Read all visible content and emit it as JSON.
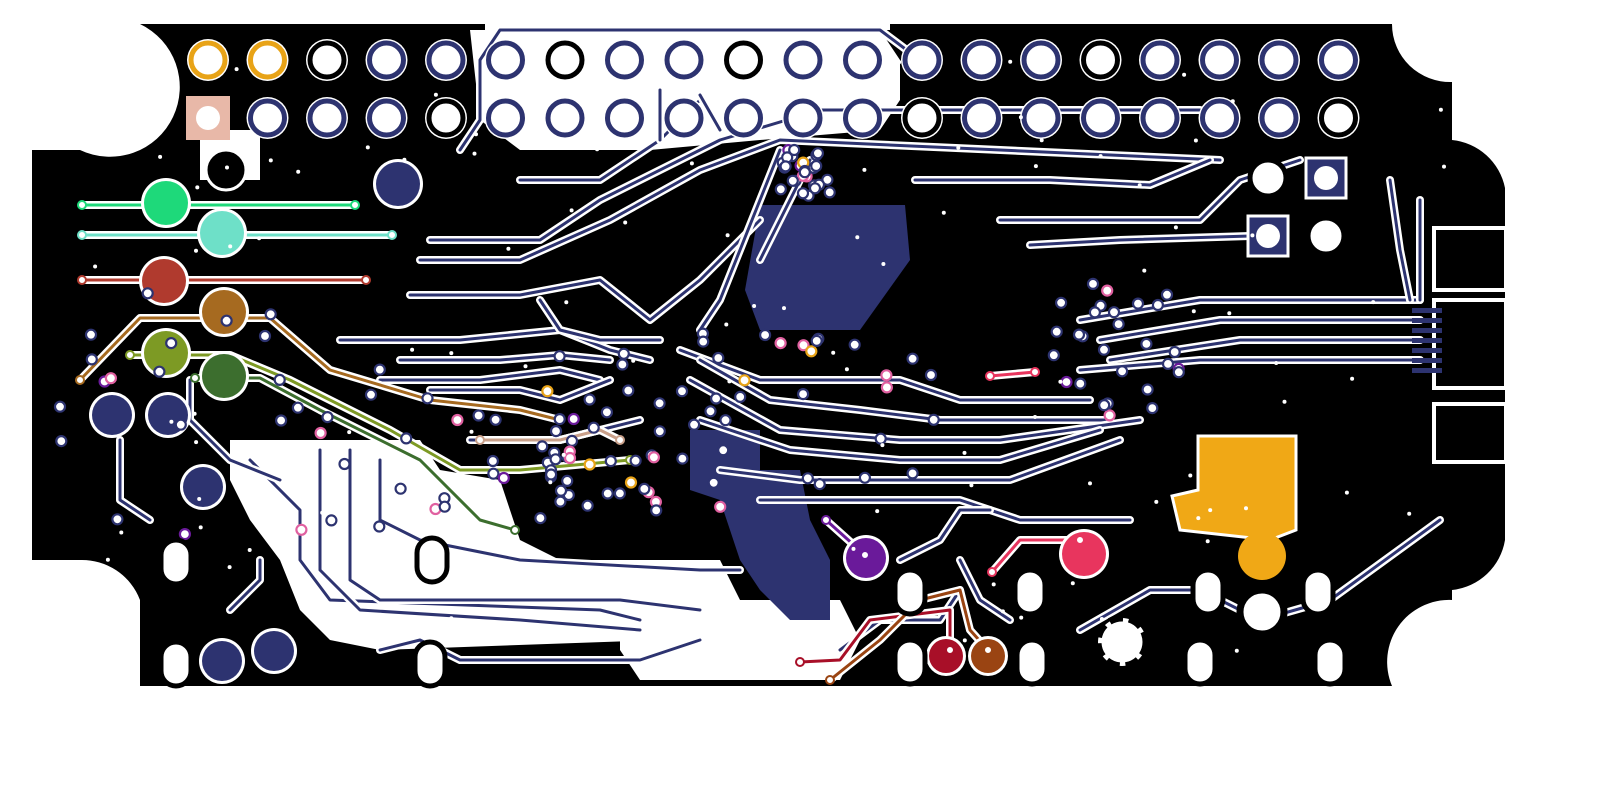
{
  "diagram": {
    "kind": "pcb-layout",
    "view": "copper-layer-with-colored-nets",
    "colors": {
      "background": "#ffffff",
      "copper_fill": "#000000",
      "trace_default": "#2d3370",
      "trace_outline": "#ffffff",
      "pad_ring": "#2d3370",
      "pad_gold": "#e8a317",
      "pad_square": "#e8b8a8",
      "via_pink": "#e060a0",
      "via_orange": "#e8a317",
      "via_purple": "#6a1a9a",
      "pour_region": "#2d3370",
      "pour_gold": "#f0a816",
      "net_green": "#1ed97a",
      "net_teal": "#6ee0c8",
      "net_red": "#b03a2e",
      "net_brown": "#a66a20",
      "net_olive": "#7d9a24",
      "net_darkgreen": "#3c6e2e",
      "net_purple": "#6a1a9a",
      "net_pinkred": "#e8355e",
      "net_crimson": "#a80f28",
      "net_rust": "#9a4412",
      "net_tan": "#c9a08a"
    },
    "header": {
      "columns": 20,
      "rows": 2,
      "gold_pads": 2,
      "square_pad_count": 1
    },
    "connectors": {
      "usb_pins": 7,
      "mounting_notches": 4,
      "oval_slots": 12
    }
  }
}
